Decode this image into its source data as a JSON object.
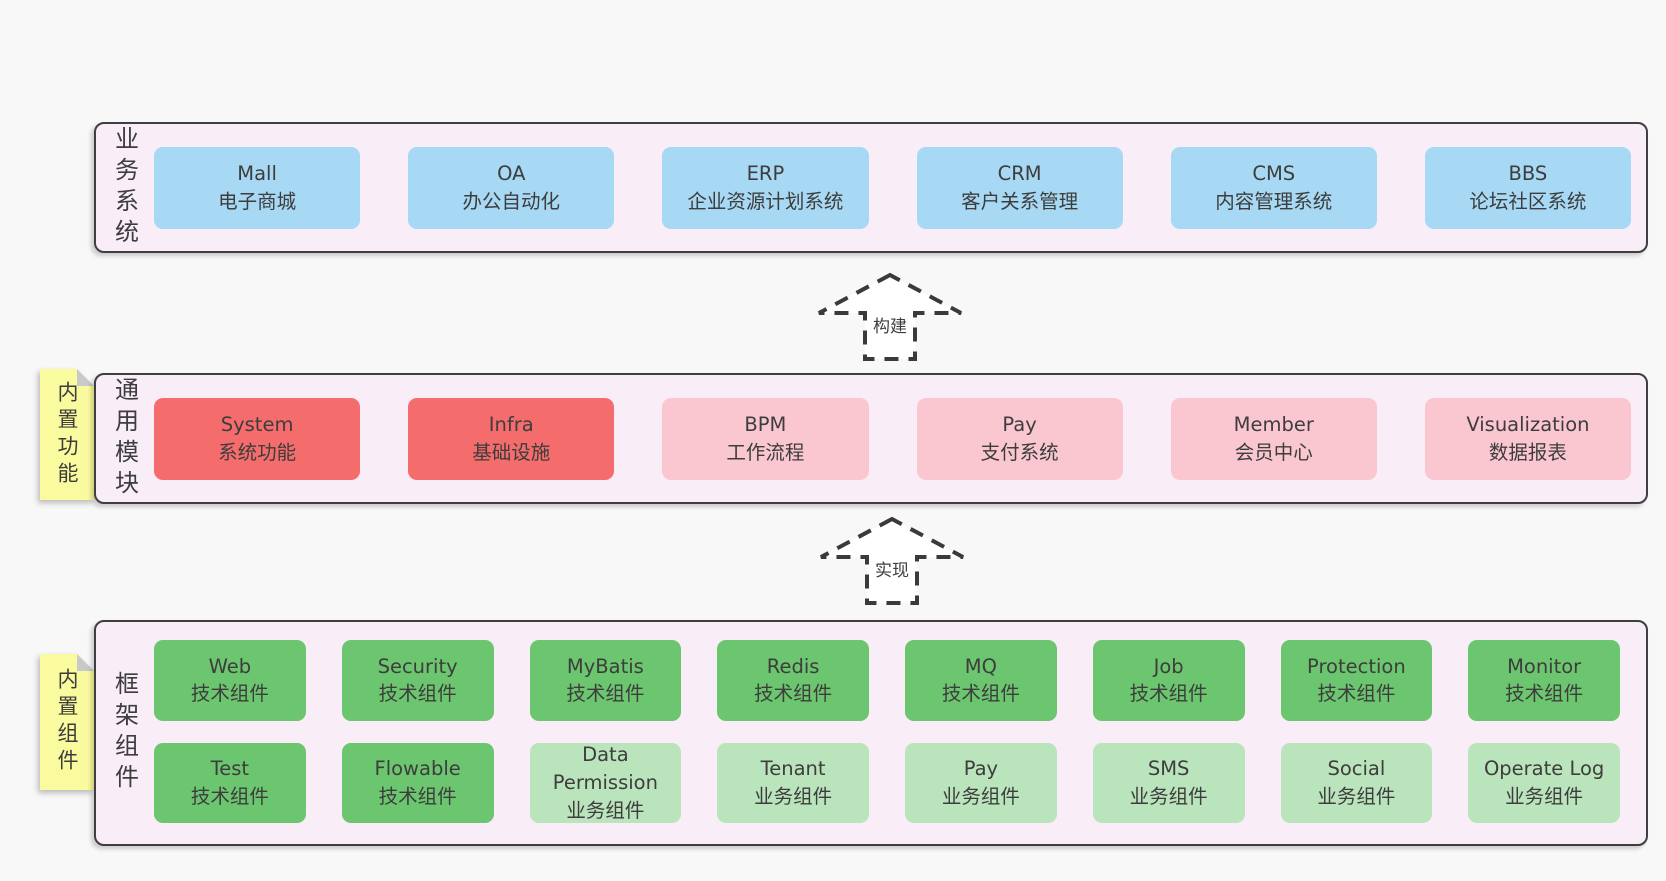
{
  "background": "#f8f8f8",
  "colors": {
    "blue": "#a7d8f4",
    "red": "#f56c6c",
    "pink": "#fac7d1",
    "green": "#6cc56f",
    "lightgreen": "#bae4bc",
    "container_bg": "#f9edf7",
    "container_border": "#3f3f3f",
    "sticky_yellow": "#fafa9e",
    "sticky_fold": "#c9c9c9",
    "text": "#3d3d3d"
  },
  "arrows": {
    "build": {
      "label": "构建"
    },
    "implement": {
      "label": "实现"
    }
  },
  "layers": {
    "business": {
      "label": "业务系统",
      "boxes": [
        {
          "title": "Mall",
          "subtitle": "电子商城",
          "color": "blue"
        },
        {
          "title": "OA",
          "subtitle": "办公自动化",
          "color": "blue"
        },
        {
          "title": "ERP",
          "subtitle": "企业资源计划系统",
          "color": "blue"
        },
        {
          "title": "CRM",
          "subtitle": "客户关系管理",
          "color": "blue"
        },
        {
          "title": "CMS",
          "subtitle": "内容管理系统",
          "color": "blue"
        },
        {
          "title": "BBS",
          "subtitle": "论坛社区系统",
          "color": "blue"
        }
      ]
    },
    "modules": {
      "label": "通用模块",
      "sticky": "内置功能",
      "boxes": [
        {
          "title": "System",
          "subtitle": "系统功能",
          "color": "red"
        },
        {
          "title": "Infra",
          "subtitle": "基础设施",
          "color": "red"
        },
        {
          "title": "BPM",
          "subtitle": "工作流程",
          "color": "pink"
        },
        {
          "title": "Pay",
          "subtitle": "支付系统",
          "color": "pink"
        },
        {
          "title": "Member",
          "subtitle": "会员中心",
          "color": "pink"
        },
        {
          "title": "Visualization",
          "subtitle": "数据报表",
          "color": "pink"
        }
      ]
    },
    "framework": {
      "label": "框架组件",
      "sticky": "内置组件",
      "row1": [
        {
          "title": "Web",
          "subtitle": "技术组件",
          "color": "green"
        },
        {
          "title": "Security",
          "subtitle": "技术组件",
          "color": "green"
        },
        {
          "title": "MyBatis",
          "subtitle": "技术组件",
          "color": "green"
        },
        {
          "title": "Redis",
          "subtitle": "技术组件",
          "color": "green"
        },
        {
          "title": "MQ",
          "subtitle": "技术组件",
          "color": "green"
        },
        {
          "title": "Job",
          "subtitle": "技术组件",
          "color": "green"
        },
        {
          "title": "Protection",
          "subtitle": "技术组件",
          "color": "green"
        },
        {
          "title": "Monitor",
          "subtitle": "技术组件",
          "color": "green"
        }
      ],
      "row2": [
        {
          "title": "Test",
          "subtitle": "技术组件",
          "color": "green"
        },
        {
          "title": "Flowable",
          "subtitle": "技术组件",
          "color": "green"
        },
        {
          "title": "Data Permission",
          "subtitle": "业务组件",
          "color": "lightgreen"
        },
        {
          "title": "Tenant",
          "subtitle": "业务组件",
          "color": "lightgreen"
        },
        {
          "title": "Pay",
          "subtitle": "业务组件",
          "color": "lightgreen"
        },
        {
          "title": "SMS",
          "subtitle": "业务组件",
          "color": "lightgreen"
        },
        {
          "title": "Social",
          "subtitle": "业务组件",
          "color": "lightgreen"
        },
        {
          "title": "Operate Log",
          "subtitle": "业务组件",
          "color": "lightgreen"
        }
      ]
    }
  }
}
